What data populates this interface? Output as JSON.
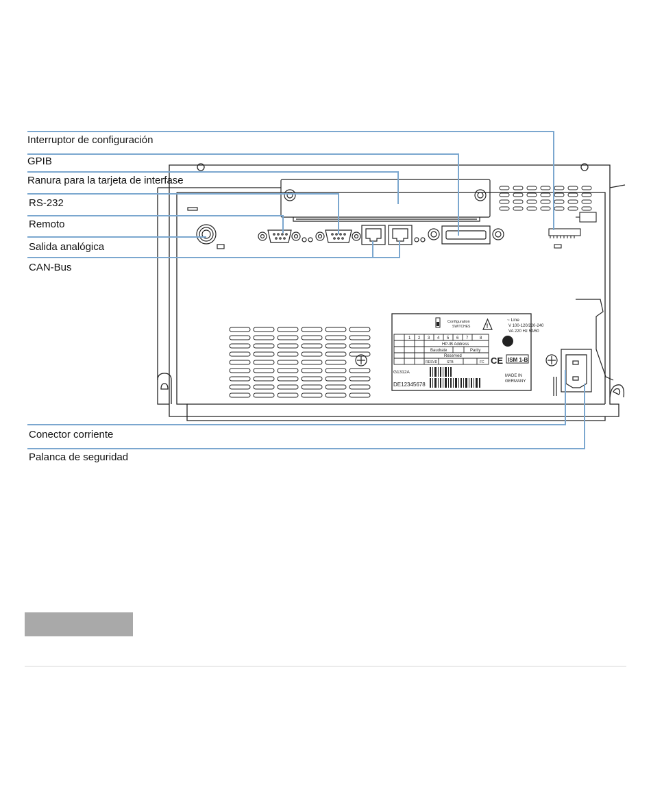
{
  "figure": {
    "callouts": [
      {
        "id": "config-switch",
        "label": "Interruptor de configuración"
      },
      {
        "id": "gpib",
        "label": "GPIB"
      },
      {
        "id": "interface-slot",
        "label": "Ranura para la tarjeta de interfase"
      },
      {
        "id": "rs232",
        "label": "RS-232"
      },
      {
        "id": "remote",
        "label": "Remoto"
      },
      {
        "id": "analog-out",
        "label": "Salida analógica"
      },
      {
        "id": "can-bus",
        "label": "CAN-Bus"
      },
      {
        "id": "power-connector",
        "label": "Conector corriente"
      },
      {
        "id": "security-lever",
        "label": "Palanca de seguridad"
      }
    ],
    "leader_color": "#7ba7cf",
    "outline_color": "#222222"
  },
  "nameplate": {
    "config_title": "Configuration",
    "config_subtitle": "SWITCHES",
    "line_label": "~ Line",
    "voltage": "V 100-120/220-240",
    "power": "VA 220   Hz 50/60",
    "table_numbers": [
      "1",
      "2",
      "3",
      "4",
      "5",
      "6",
      "7",
      "8"
    ],
    "hpib_address": "HP-IB Address",
    "baudrate": "Baudrate",
    "parity": "Parity",
    "reserved": "Reserved",
    "resvd": "RESVD",
    "stb": "STB",
    "fc": "FC",
    "ce_mark": "CE",
    "ism": "ISM 1-B",
    "model": "G1312A",
    "serial": "DE12345678",
    "made_in": "MADE IN",
    "country": "GERMANY"
  }
}
